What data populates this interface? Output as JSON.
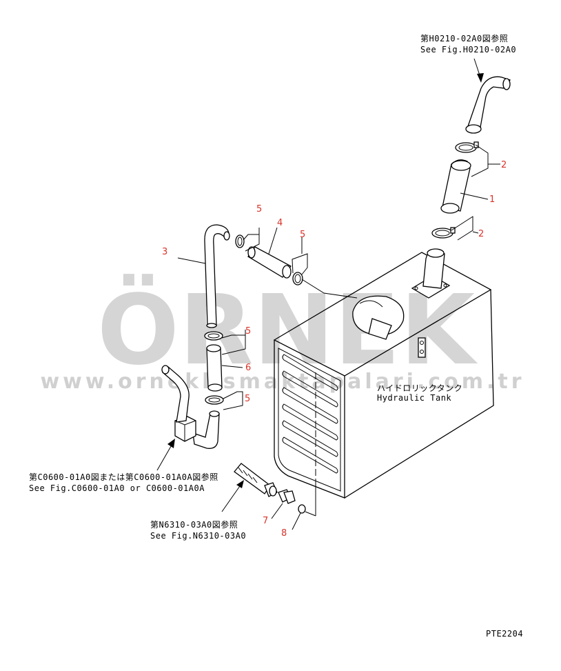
{
  "refs": {
    "top_jp": "第H0210-02A0図参照",
    "top_en": "See Fig.H0210-02A0",
    "left_jp": "第C0600-01A0図または第C0600-01A0A図参照",
    "left_en": "See Fig.C0600-01A0 or C0600-01A0A",
    "bottom_jp": "第N6310-03A0図参照",
    "bottom_en": "See Fig.N6310-03A0"
  },
  "tank": {
    "label_jp": "ハイドロリックタンク",
    "label_en": "Hydraulic Tank"
  },
  "parts": {
    "p1": "1",
    "p2a": "2",
    "p2b": "2",
    "p3": "3",
    "p4": "4",
    "p5a": "5",
    "p5b": "5",
    "p5c": "5",
    "p5d": "5",
    "p6": "6",
    "p7": "7",
    "p8": "8"
  },
  "watermark": {
    "brand": "ÖRNEK",
    "url": "www.orneklismaktapalari.com.tr"
  },
  "footer_code": "PTE2204",
  "colors": {
    "callout": "#d9332b",
    "watermark": "#c8c8c8",
    "line": "#000000"
  }
}
